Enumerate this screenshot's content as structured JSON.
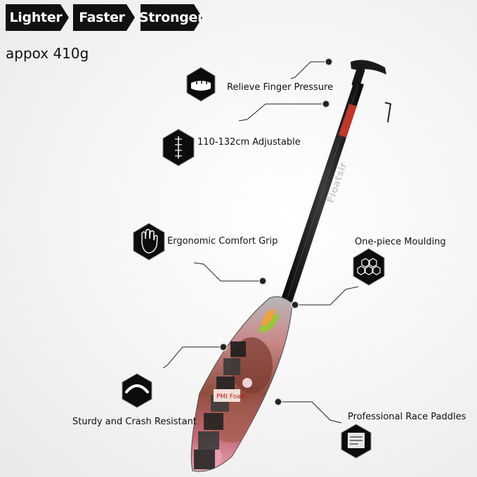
{
  "tags": [
    "Lighter",
    "Faster",
    "Stronger"
  ],
  "weight": "appox 410g",
  "features": {
    "finger": "Relieve Finger Pressure",
    "adjust": "110-132cm Adjustable",
    "grip": "Ergonomic Comfort Grip",
    "molding": "One-piece Moulding",
    "sturdy": "Sturdy and Crash Resistant",
    "race": "Professional Race Paddles"
  },
  "paddle": {
    "brand": "Floatsir",
    "core_label": "PMI Foam"
  },
  "colors": {
    "tag_bg": "#111111",
    "icon_bg": "#0c0c0c",
    "brand_red": "#d43a2c"
  },
  "icons": [
    "finger-pressure-icon",
    "ruler-icon",
    "hand-icon",
    "honeycomb-icon",
    "arc-icon",
    "certificate-icon"
  ]
}
